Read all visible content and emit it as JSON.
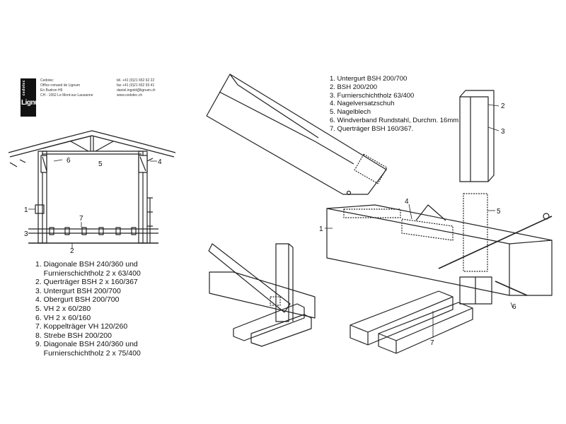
{
  "header": {
    "logo_text": "Lignum",
    "logo_vertical": "cedotec",
    "address_lines": [
      "Cedotec",
      "Office romand de Lignum",
      "En Budron H6",
      "CH - 1052 Le Mont-sur-Lausanne"
    ],
    "contact_lines": [
      "tél. +41 (0)21 652 62 22",
      "fax +41 (0)21 652 93 41",
      "daniel.ingold@lignum.ch",
      "www.cedotec.ch"
    ]
  },
  "legend_left": [
    "1. Diagonale BSH 240/360 und",
    "    Furnierschichtholz 2 x 63/400",
    "2. Querträger BSH 2 x 160/367",
    "3. Untergurt BSH 200/700",
    "4. Obergurt BSH 200/700",
    "5. VH 2 x 60/280",
    "6. VH 2 x 60/160",
    "7. Koppelträger VH 120/260",
    "8. Strebe BSH 200/200",
    "9. Diagonale BSH 240/360 und",
    "    Furnierschichtholz 2 x 75/400"
  ],
  "legend_right": [
    "1. Untergurt BSH 200/700",
    "2. BSH 200/200",
    "3. Furnierschichtholz 63/400",
    "4. Nagelversatzschuh",
    "5. Nagelblech",
    "6. Windverband Rundstahl, Durchm. 16mm",
    "7. Querträger BSH 160/367."
  ],
  "callouts_left": [
    "1",
    "2",
    "3",
    "4",
    "5",
    "6",
    "7"
  ],
  "callouts_right": [
    "1",
    "2",
    "3",
    "4",
    "5",
    "6",
    "7"
  ]
}
